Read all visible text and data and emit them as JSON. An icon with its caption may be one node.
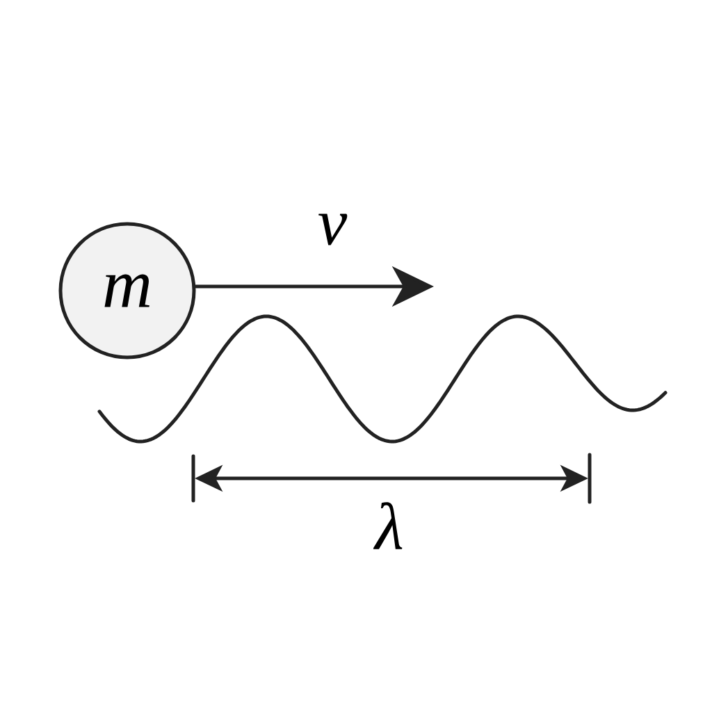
{
  "diagram": {
    "nodes": [
      {
        "text": [
          "m"
        ]
      }
    ],
    "labels": [
      "v",
      "λ"
    ]
  }
}
